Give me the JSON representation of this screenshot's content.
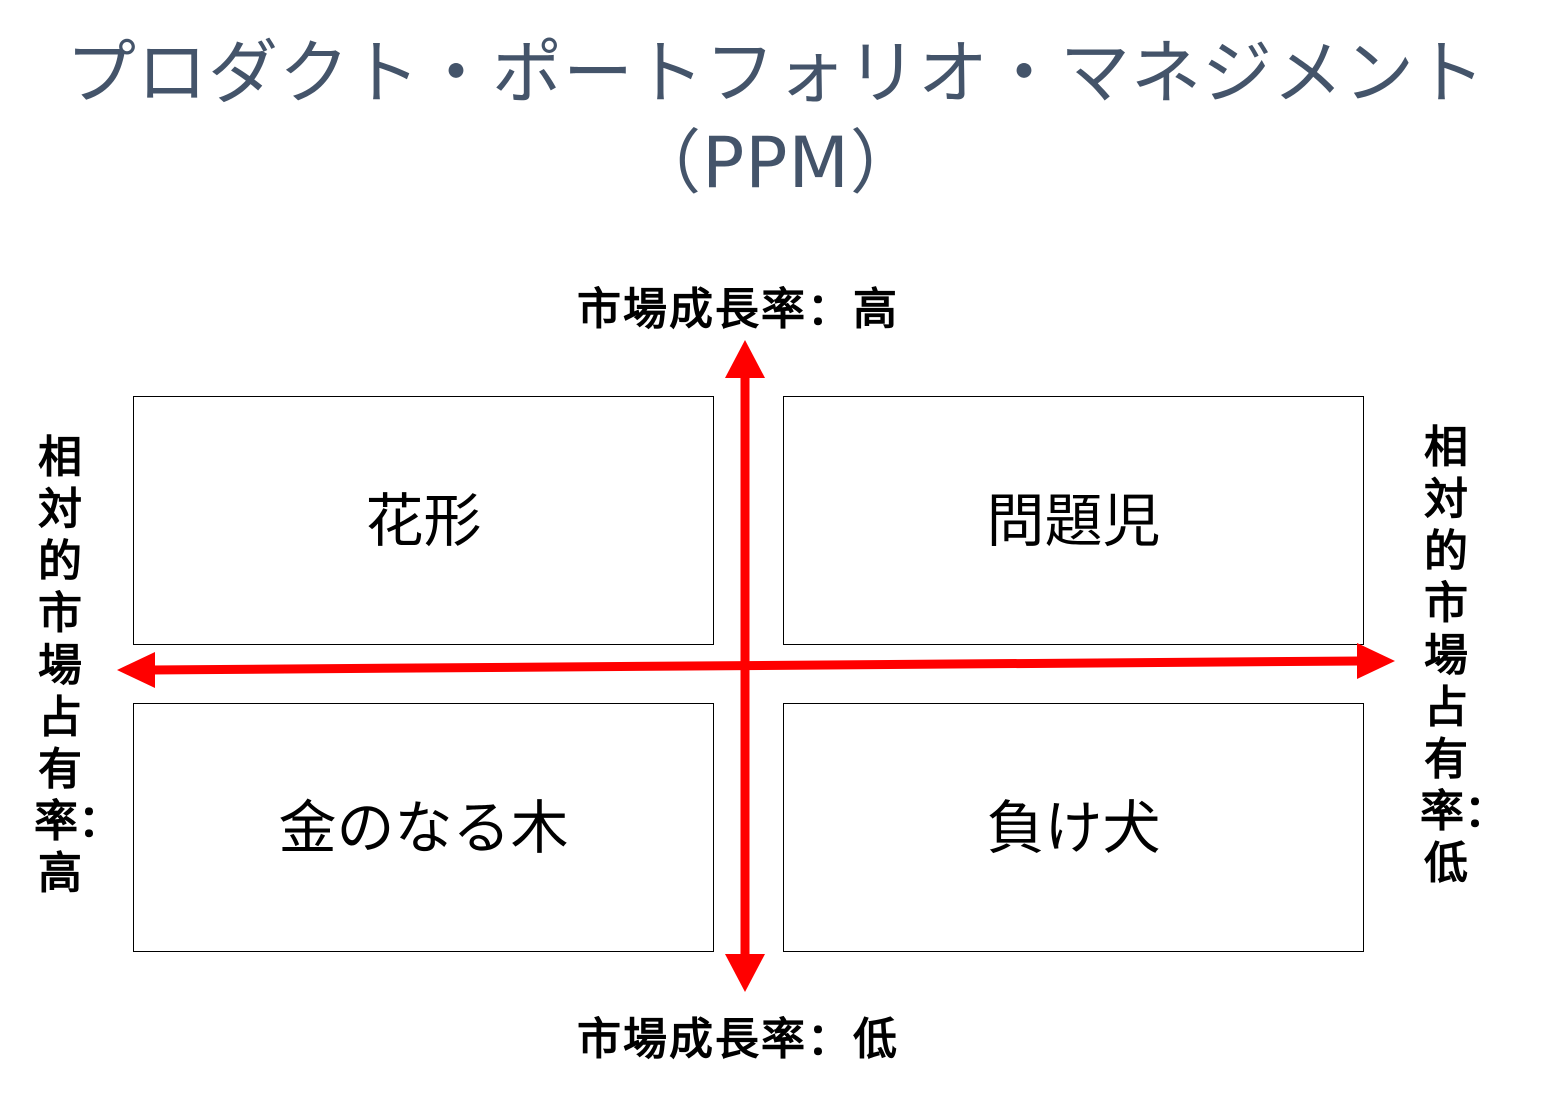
{
  "title": {
    "line1": "プロダクト・ポートフォリオ・マネジメント",
    "line2": "（PPM）"
  },
  "axes": {
    "growth_high": "市場成長率：高",
    "growth_low": "市場成長率：低",
    "share_high": "相対的市場占有率：高",
    "share_low": "相対的市場占有率：低"
  },
  "quadrants": {
    "top_left": "花形",
    "top_right": "問題児",
    "bottom_left": "金のなる木",
    "bottom_right": "負け犬"
  },
  "colors": {
    "title": "#44546a",
    "arrow": "#ff0000",
    "border": "#000000"
  }
}
